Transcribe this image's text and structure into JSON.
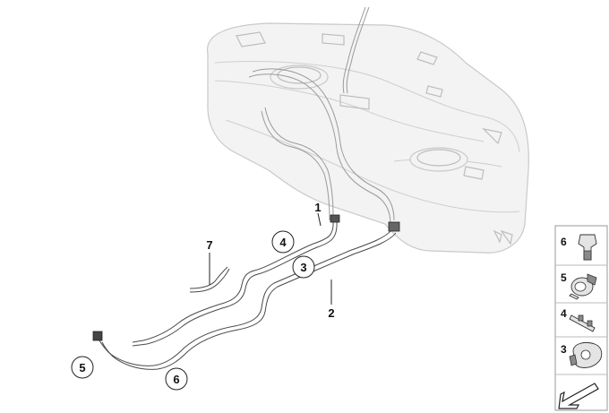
{
  "callouts": [
    {
      "id": "1",
      "label": "1"
    },
    {
      "id": "2",
      "label": "2"
    },
    {
      "id": "3",
      "label": "3"
    },
    {
      "id": "4",
      "label": "4"
    },
    {
      "id": "5",
      "label": "5"
    },
    {
      "id": "6",
      "label": "6"
    },
    {
      "id": "7",
      "label": "7"
    }
  ],
  "legend": {
    "items": [
      {
        "label": "6",
        "icon": "clip-icon"
      },
      {
        "label": "5",
        "icon": "pipe-holder-icon"
      },
      {
        "label": "4",
        "icon": "bracket-icon"
      },
      {
        "label": "3",
        "icon": "connector-icon"
      }
    ],
    "footer_icon": "arrow-icon"
  }
}
